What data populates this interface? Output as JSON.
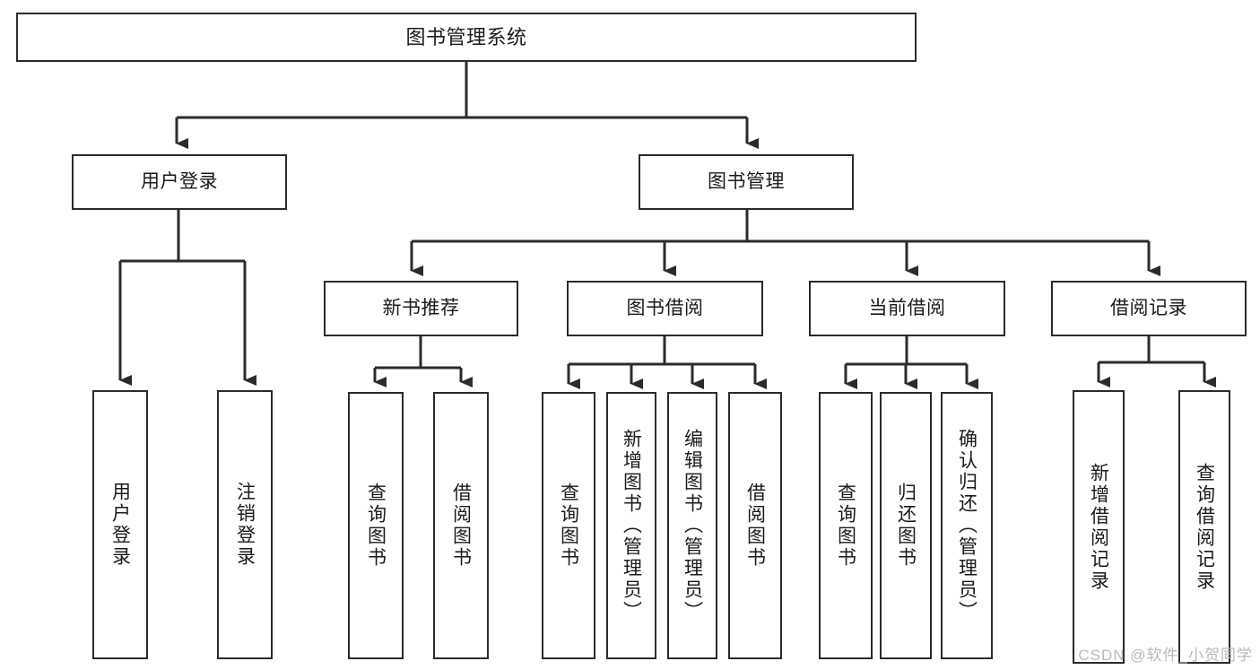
{
  "diagram": {
    "title": "图书管理系统",
    "type": "tree-hierarchy-diagram",
    "watermark": "CSDN @软件_小贺同学",
    "colors": {
      "box_border": "#2b2b2b",
      "box_fill": "#ffffff",
      "connector": "#2b2b2b",
      "text": "#1a1a1a",
      "watermark": "#b9b9b9",
      "background": "#ffffff"
    },
    "levels": [
      {
        "level": 1,
        "orientation": "horizontal-text",
        "nodes": [
          {
            "id": "root",
            "label": "图书管理系统"
          }
        ]
      },
      {
        "level": 2,
        "orientation": "horizontal-text",
        "nodes": [
          {
            "id": "user-login",
            "label": "用户登录",
            "parent": "root"
          },
          {
            "id": "book-manage",
            "label": "图书管理",
            "parent": "root"
          }
        ]
      },
      {
        "level": 3,
        "orientation": "horizontal-text",
        "nodes": [
          {
            "id": "new-book-recommend",
            "label": "新书推荐",
            "parent": "book-manage"
          },
          {
            "id": "book-borrow",
            "label": "图书借阅",
            "parent": "book-manage"
          },
          {
            "id": "current-borrow",
            "label": "当前借阅",
            "parent": "book-manage"
          },
          {
            "id": "borrow-record",
            "label": "借阅记录",
            "parent": "book-manage"
          }
        ]
      },
      {
        "level": 4,
        "orientation": "vertical-text",
        "nodes": [
          {
            "id": "leaf-user-login",
            "label": "用户登录",
            "parent": "user-login"
          },
          {
            "id": "leaf-logout",
            "label": "注销登录",
            "parent": "user-login"
          },
          {
            "id": "leaf-query-book-1",
            "label": "查询图书",
            "parent": "new-book-recommend"
          },
          {
            "id": "leaf-borrow-book-1",
            "label": "借阅图书",
            "parent": "new-book-recommend"
          },
          {
            "id": "leaf-query-book-2",
            "label": "查询图书",
            "parent": "book-borrow"
          },
          {
            "id": "leaf-add-book",
            "label": "新增图书（管理员）",
            "parent": "book-borrow"
          },
          {
            "id": "leaf-edit-book",
            "label": "编辑图书（管理员）",
            "parent": "book-borrow"
          },
          {
            "id": "leaf-borrow-book-2",
            "label": "借阅图书",
            "parent": "book-borrow"
          },
          {
            "id": "leaf-query-book-3",
            "label": "查询图书",
            "parent": "current-borrow"
          },
          {
            "id": "leaf-return-book",
            "label": "归还图书",
            "parent": "current-borrow"
          },
          {
            "id": "leaf-confirm-return",
            "label": "确认归还（管理员）",
            "parent": "current-borrow"
          },
          {
            "id": "leaf-add-record",
            "label": "新增借阅记录",
            "parent": "borrow-record"
          },
          {
            "id": "leaf-query-record",
            "label": "查询借阅记录",
            "parent": "borrow-record"
          }
        ]
      }
    ]
  }
}
